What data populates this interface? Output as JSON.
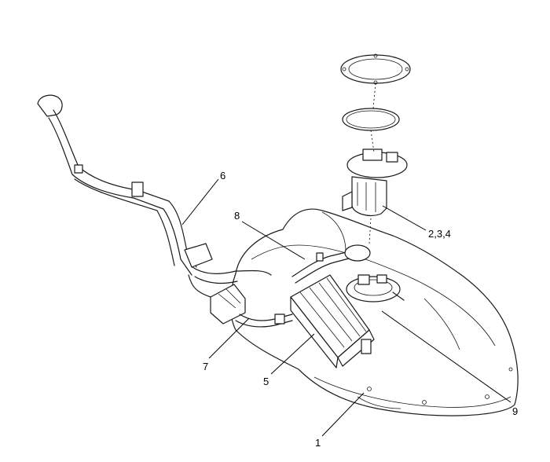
{
  "callouts": {
    "c1": "1",
    "c234": "2,3,4",
    "c5": "5",
    "c6": "6",
    "c7": "7",
    "c8": "8",
    "c9": "9"
  }
}
